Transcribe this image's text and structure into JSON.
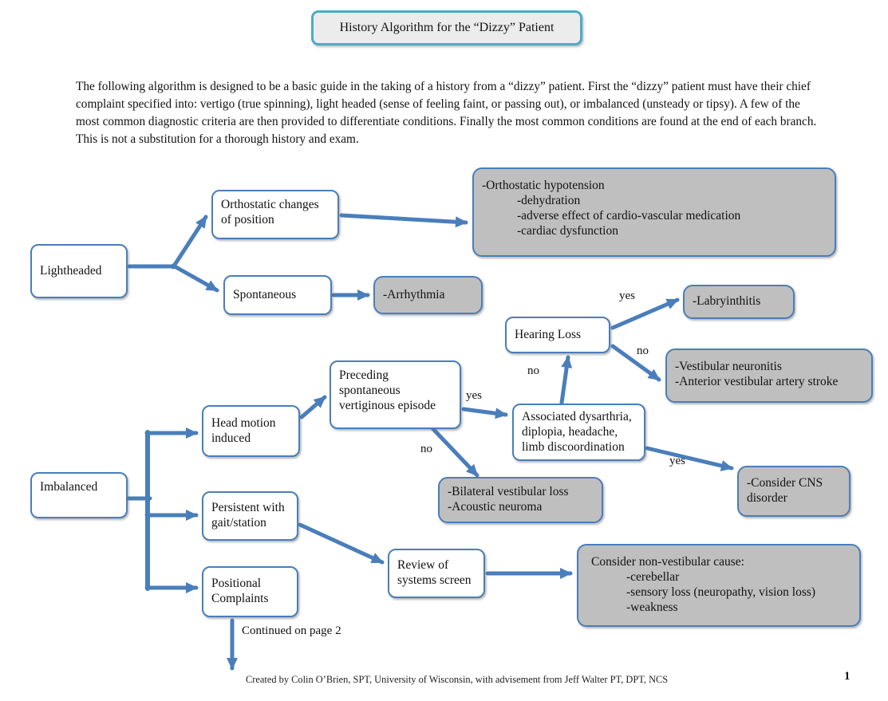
{
  "document": {
    "title": "History Algorithm for the “Dizzy” Patient",
    "intro": "The following algorithm is designed to be a basic guide in the taking of a history from a “dizzy” patient.  First the “dizzy” patient must have their chief complaint specified into: vertigo (true spinning), light headed (sense of feeling faint, or passing out), or imbalanced (unsteady or tipsy).  A few of the most common diagnostic criteria are then provided to differentiate conditions.  Finally the most common conditions are found at the end of each branch.  This is not a substitution for a thorough history and exam.",
    "continued_note": "Continued on page 2",
    "credit": "Created by Colin O’Brien, SPT, University of Wisconsin, with advisement from Jeff Walter PT, DPT, NCS",
    "page_number": "1"
  },
  "colors": {
    "accent_blue": "#4a7ebb",
    "accent_teal": "#4bacc6",
    "node_gray": "#bfbfbf"
  },
  "nodes": {
    "lightheaded": {
      "label": "Lightheaded"
    },
    "orthostatic_changes": {
      "label": "Orthostatic changes of position"
    },
    "spontaneous": {
      "label": "Spontaneous"
    },
    "orthostatic_outcomes": {
      "lines": [
        "-Orthostatic hypotension",
        "-dehydration",
        "-adverse effect of cardio-vascular medication",
        "-cardiac dysfunction"
      ]
    },
    "arrhythmia": {
      "label": "-Arrhythmia"
    },
    "hearing_loss": {
      "label": "Hearing Loss"
    },
    "labryinthitis": {
      "label": "-Labryinthitis"
    },
    "vestibular_neuronitis": {
      "lines": [
        "-Vestibular neuronitis",
        "-Anterior vestibular artery stroke"
      ]
    },
    "head_motion": {
      "label": "Head motion induced"
    },
    "preceding_episode": {
      "label": "Preceding spontaneous vertiginous episode"
    },
    "associated_dysarthria": {
      "label": "Associated dysarthria, diplopia,  headache, limb discoordination"
    },
    "consider_cns": {
      "label": "-Consider CNS disorder"
    },
    "bilateral_loss": {
      "lines": [
        "-Bilateral vestibular loss",
        "-Acoustic neuroma"
      ]
    },
    "imbalanced": {
      "label": "Imbalanced"
    },
    "persistent_gait": {
      "label": "Persistent with gait/station"
    },
    "positional_complaints": {
      "label": "Positional Complaints"
    },
    "review_systems": {
      "label": "Review of systems screen"
    },
    "non_vestibular": {
      "heading": "Consider non-vestibular cause:",
      "lines": [
        "-cerebellar",
        "-sensory loss (neuropathy, vision loss)",
        "-weakness"
      ]
    }
  },
  "edge_labels": {
    "yes_hearing_labryinthitis": "yes",
    "no_hearing_neuronitis": "no",
    "no_dysarthria_hearing": "no",
    "yes_preceding_dysarthria": "yes",
    "no_preceding_bilateral": "no",
    "yes_dysarthria_cns": "yes"
  }
}
